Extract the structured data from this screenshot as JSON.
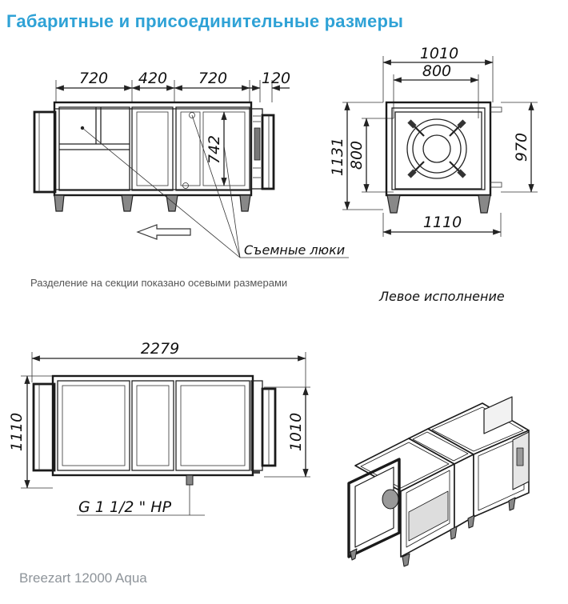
{
  "title": "Габаритные и присоединительные размеры",
  "front_view": {
    "dims_top": [
      "720",
      "420",
      "720",
      "120"
    ],
    "dim_inner_height": "742",
    "hatch_label": "Съемные люки",
    "note": "Разделение на секции показано осевыми размерами"
  },
  "side_view": {
    "dim_outer_width": "1010",
    "dim_inner_width": "800",
    "dim_base_width": "1110",
    "dim_total_height": "1131",
    "dim_inner_height": "800",
    "dim_right_height": "970",
    "caption": "Левое исполнение"
  },
  "top_view": {
    "dim_length": "2279",
    "dim_left_height": "1110",
    "dim_right_height": "1010",
    "pipe_label": "G 1 1/2 \" HP"
  },
  "footer": {
    "model": "Breezart 12000 Aqua"
  },
  "icons": [
    "flow-direction-arrow",
    "fan-icon"
  ]
}
